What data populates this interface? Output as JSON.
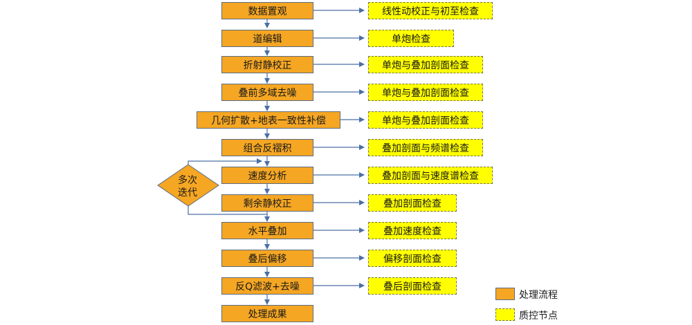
{
  "process_steps": [
    "数据置观",
    "道编辑",
    "折射静校正",
    "叠前多域去噪",
    "几何扩散+地表一致性补偿",
    "组合反褶积",
    "速度分析",
    "剩余静校正",
    "水平叠加",
    "叠后偏移",
    "反Q滤波+去噪",
    "处理成果"
  ],
  "qc_nodes": [
    "线性动校正与初至检查",
    "单炮检查",
    "单炮与叠加剖面检查",
    "单炮与叠加剖面检查",
    "单炮与叠加剖面检查",
    "叠加剖面与频谱检查",
    "叠加剖面与速度谱检查",
    "叠加剖面检查",
    "叠加速度检查",
    "偏移剖面检查",
    "叠后剖面检查"
  ],
  "iteration": {
    "line1": "多次",
    "line2": "迭代"
  },
  "legend": {
    "process": "处理流程",
    "qc": "质控节点"
  },
  "colors": {
    "process_fill": "#F5A623",
    "qc_fill": "#FFFF00",
    "line": "#4A6FA5"
  }
}
